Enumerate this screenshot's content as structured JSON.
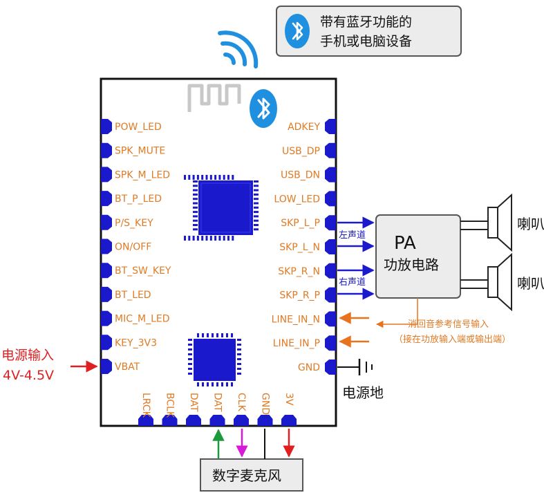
{
  "phone_box": {
    "line1": "带有蓝牙功能的",
    "line2": "手机或电脑设备"
  },
  "module": {
    "left_pins": [
      "POW_LED",
      "SPK_MUTE",
      "SPK_M_LED",
      "BT_P_LED",
      "P/S_KEY",
      "ON/OFF",
      "BT_SW_KEY",
      "BT_LED",
      "MIC_M_LED",
      "KEY_3V3",
      "VBAT"
    ],
    "right_pins": [
      "ADKEY",
      "USB_DP",
      "USB_DN",
      "LOW_LED",
      "SKP_L_P",
      "SKP_L_N",
      "SKP_R_N",
      "SKP_R_P",
      "LINE_IN_N",
      "LINE_IN_P",
      "GND"
    ],
    "bottom_pins": [
      "LRCK",
      "BCLK",
      "DAT",
      "DAT",
      "CLK",
      "GND",
      "3V"
    ]
  },
  "pa": {
    "title": "PA",
    "subtitle": "功放电路",
    "left_channel": "左声道",
    "right_channel": "右声道"
  },
  "speakers": {
    "top_label": "喇叭",
    "bottom_label": "喇叭"
  },
  "echo_note": {
    "line1": "消回音参考信号输入",
    "line2": "（接在功放输入端或输出端）"
  },
  "power_input": {
    "line1": "电源输入",
    "line2": "4V-4.5V"
  },
  "ground_label": "电源地",
  "mic_label": "数字麦克风",
  "colors": {
    "pin_text": "#e07a24",
    "pin_pad": "#1a1acc",
    "arrow_blue": "#1a1acc",
    "arrow_orange": "#e8731f",
    "power_red": "#e02020",
    "arrow_green": "#1a9a3a",
    "arrow_magenta": "#d81ad8",
    "bluetooth": "#1f8fe0"
  },
  "icons": [
    "bluetooth-icon",
    "wireless-signal-icon",
    "antenna-icon",
    "ground-icon",
    "speaker-icon"
  ]
}
